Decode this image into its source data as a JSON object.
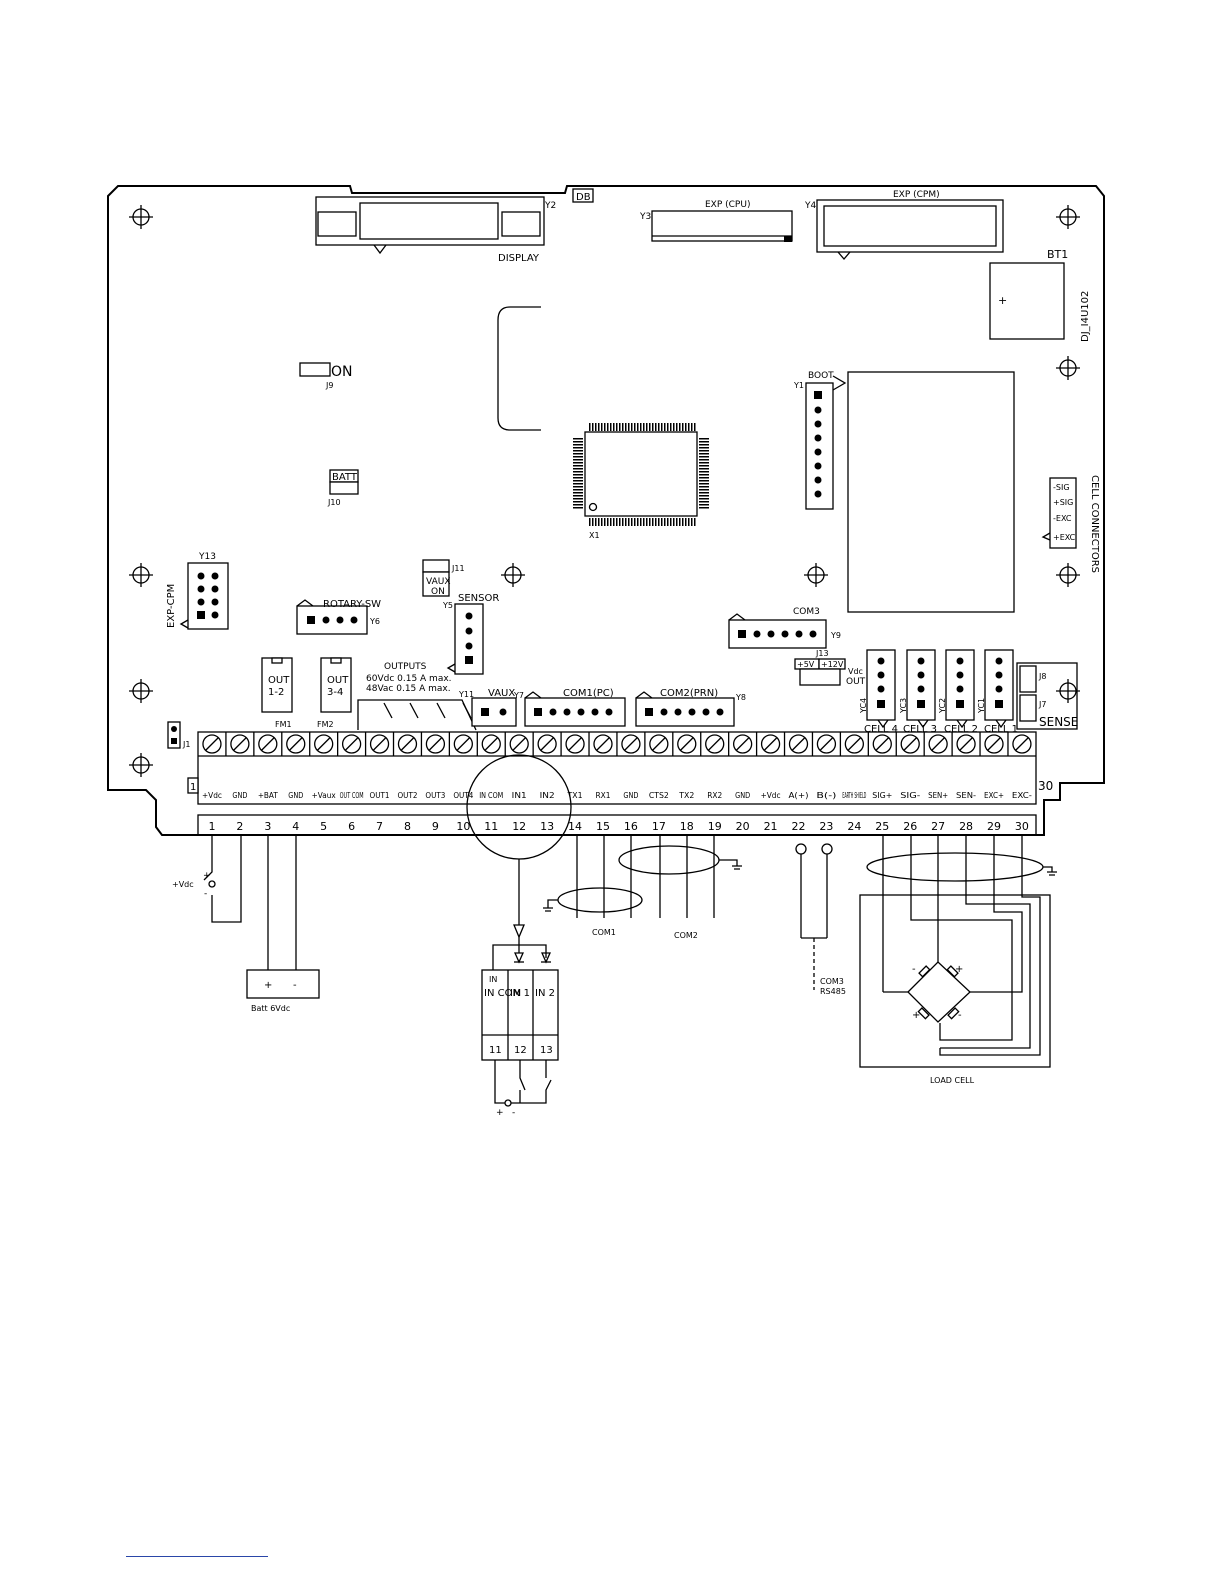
{
  "board": {
    "components": {
      "display": "DISPLAY",
      "display_ref": "Y2",
      "db_mark": "DB",
      "exp_cpu": "EXP (CPU)",
      "exp_cpu_ref": "Y3",
      "exp_cpm": "EXP (CPM)",
      "exp_cpm_ref": "Y4",
      "battery": "BT1",
      "battery_plus": "+",
      "board_code": "DJ_I4U102",
      "jumper_on_label": "ON",
      "jumper_on_ref": "J9",
      "batt_label": "BATT",
      "batt_ref": "J10",
      "boot": "BOOT",
      "boot_ref": "Y1",
      "cpu_ref": "X1",
      "cell_connectors": "CELL CONNECTORS",
      "cell_pins": [
        "-SIG",
        "+SIG",
        "-EXC",
        "+EXC"
      ],
      "exp_cpm_side": "EXP-CPM",
      "exp_cpm_side_ref": "Y13",
      "rotary_sw": "ROTARY-SW",
      "rotary_ref": "Y6",
      "vaux_on_line1": "VAUX",
      "vaux_on_line2": "ON",
      "vaux_on_ref": "J11",
      "sensor": "SENSOR",
      "sensor_ref": "Y5",
      "com3": "COM3",
      "com3_ref": "Y9",
      "volt_sel_ref": "J13",
      "volt_sel_5": "+5V",
      "volt_sel_12": "+12V",
      "volt_sel_note_1": "Vdc",
      "volt_sel_note_2": "OUT",
      "out12_line1": "OUT",
      "out12_line2": "1-2",
      "out12_ref": "FM1",
      "out34_line1": "OUT",
      "out34_line2": "3-4",
      "out34_ref": "FM2",
      "outputs_title": "OUTPUTS",
      "outputs_spec1": "60Vdc  0.15 A  max.",
      "outputs_spec2": "48Vac  0.15 A  max.",
      "vaux": "VAUX",
      "vaux_ref": "Y11",
      "com1_pc": "COM1(PC)",
      "com1_ref": "Y7",
      "com2_prn": "COM2(PRN)",
      "com2_ref": "Y8",
      "cell4": "CELL 4",
      "cell3": "CELL 3",
      "cell2": "CELL 2",
      "cell1": "CELL 1",
      "cell4_ref": "YC4",
      "cell3_ref": "YC3",
      "cell2_ref": "YC2",
      "cell1_ref": "YC1",
      "j8": "J8",
      "j7": "J7",
      "sense": "SENSE",
      "j1": "J1",
      "first_terminal_mark": "1",
      "last_terminal_mark": "30"
    },
    "terminals": [
      {
        "num": "1",
        "label": "+Vdc"
      },
      {
        "num": "2",
        "label": "GND"
      },
      {
        "num": "3",
        "label": "+BAT"
      },
      {
        "num": "4",
        "label": "GND"
      },
      {
        "num": "5",
        "label": "+Vaux"
      },
      {
        "num": "6",
        "label": "OUT COM"
      },
      {
        "num": "7",
        "label": "OUT1"
      },
      {
        "num": "8",
        "label": "OUT2"
      },
      {
        "num": "9",
        "label": "OUT3"
      },
      {
        "num": "10",
        "label": "OUT4"
      },
      {
        "num": "11",
        "label": "IN COM"
      },
      {
        "num": "12",
        "label": "IN1"
      },
      {
        "num": "13",
        "label": "IN2"
      },
      {
        "num": "14",
        "label": "TX1"
      },
      {
        "num": "15",
        "label": "RX1"
      },
      {
        "num": "16",
        "label": "GND"
      },
      {
        "num": "17",
        "label": "CTS2"
      },
      {
        "num": "18",
        "label": "TX2"
      },
      {
        "num": "19",
        "label": "RX2"
      },
      {
        "num": "20",
        "label": "GND"
      },
      {
        "num": "21",
        "label": "+Vdc"
      },
      {
        "num": "22",
        "label": "A(+)"
      },
      {
        "num": "23",
        "label": "B(-)"
      },
      {
        "num": "24",
        "label": "EARTH SHIELD"
      },
      {
        "num": "25",
        "label": "SIG+"
      },
      {
        "num": "26",
        "label": "SIG-"
      },
      {
        "num": "27",
        "label": "SEN+"
      },
      {
        "num": "28",
        "label": "SEN-"
      },
      {
        "num": "29",
        "label": "EXC+"
      },
      {
        "num": "30",
        "label": "EXC-"
      }
    ]
  },
  "wiring": {
    "vdc_supply": "+Vdc",
    "plus_sign": "+",
    "minus_sign": "-",
    "battery_label": "Batt  6Vdc",
    "input_header": [
      "IN COM",
      "IN 1",
      "IN 2"
    ],
    "input_numbers": [
      "11",
      "12",
      "13"
    ],
    "com1": "COM1",
    "com2": "COM2",
    "com3_line1": "COM3",
    "com3_line2": "RS485",
    "load_cell": "LOAD CELL"
  }
}
